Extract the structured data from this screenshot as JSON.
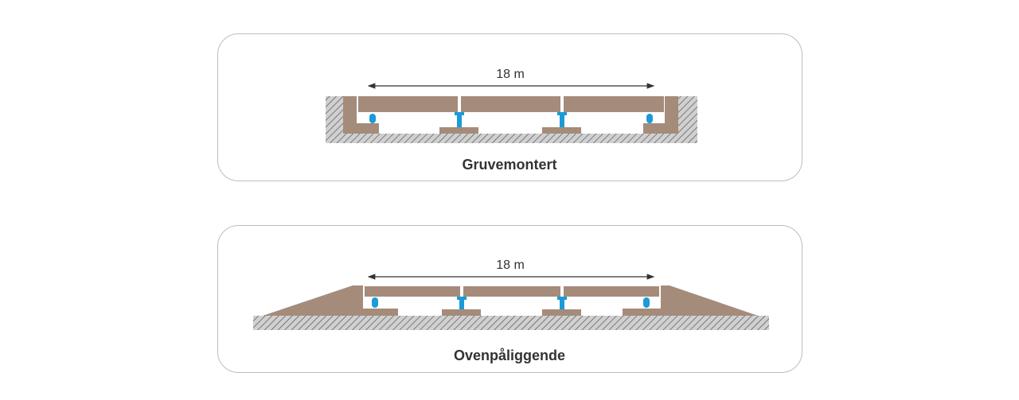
{
  "panels": [
    {
      "title": "Gruvemontert",
      "dimension": "18 m"
    },
    {
      "title": "Ovenpåliggende",
      "dimension": "18 m"
    }
  ],
  "colors": {
    "deck": "#a58b7a",
    "pedestal": "#1b9bd7",
    "ground": "#d0d0d0",
    "hatch": "#555555",
    "border": "#bdbdbd"
  }
}
